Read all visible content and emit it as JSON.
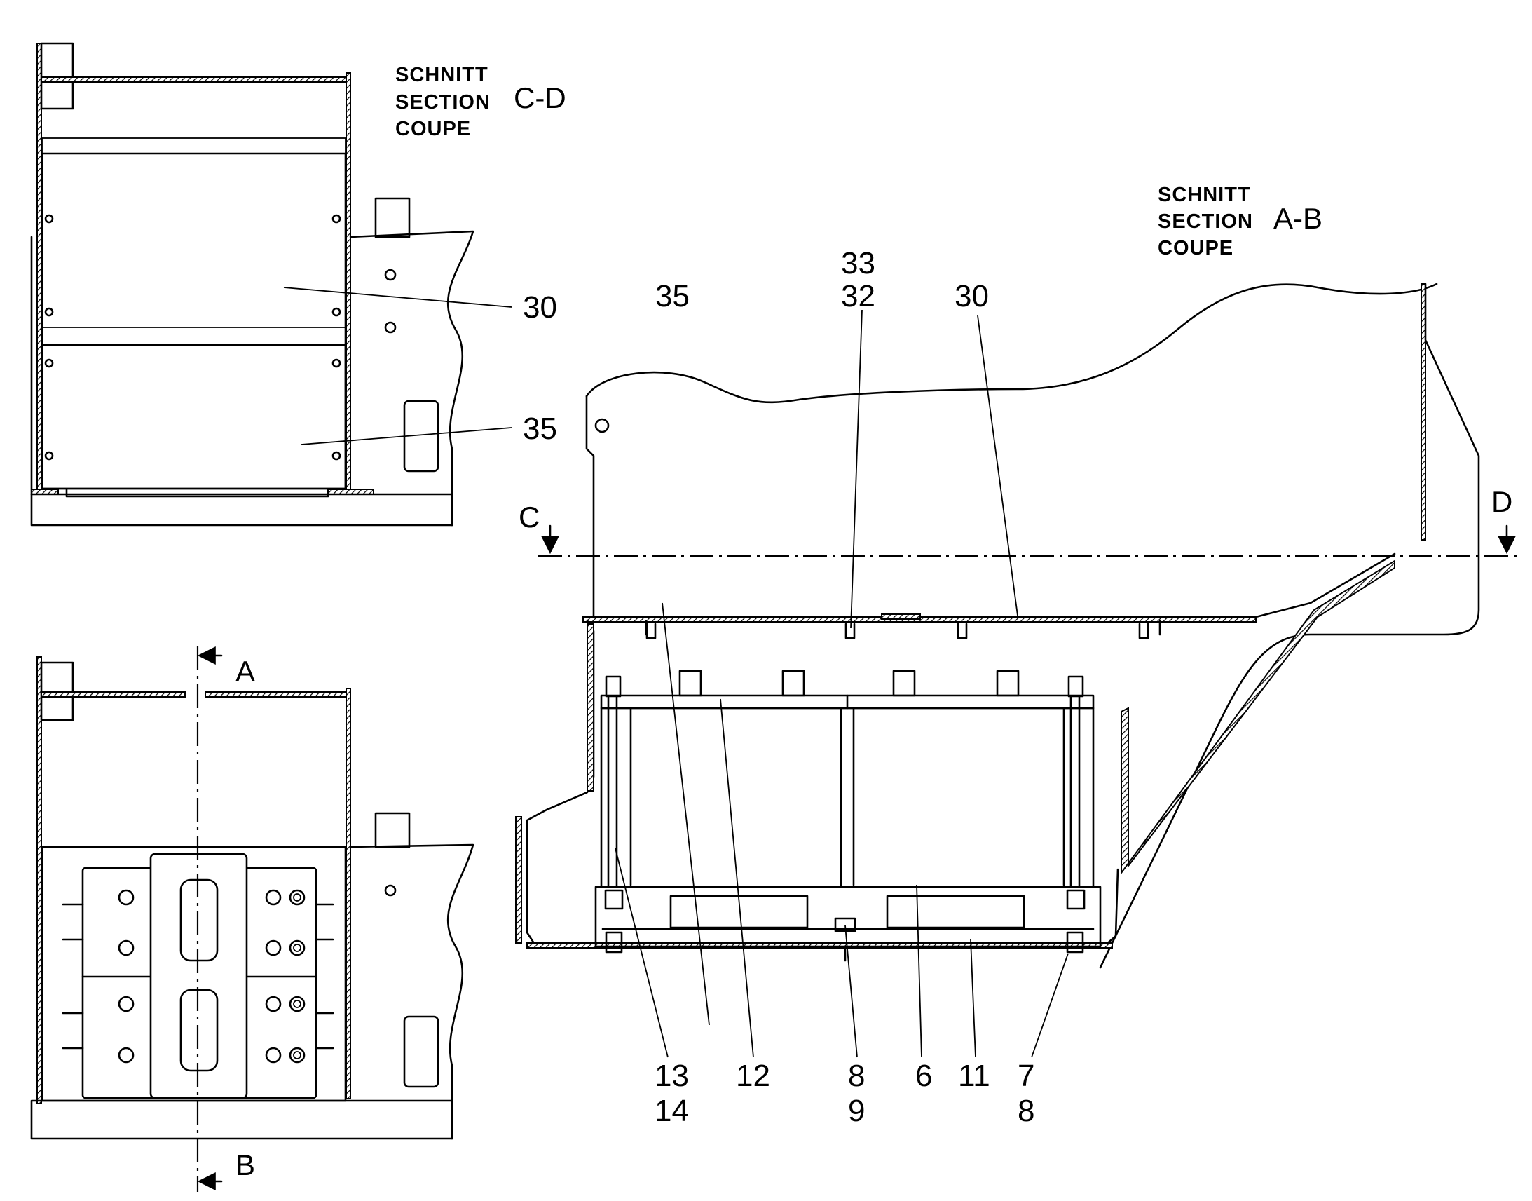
{
  "section_cd": {
    "title_lines": [
      "SCHNITT",
      "SECTION",
      "COUPE"
    ],
    "section_id": "C-D",
    "callouts": [
      "30",
      "35"
    ]
  },
  "section_ab": {
    "title_lines": [
      "SCHNITT",
      "SECTION",
      "COUPE"
    ],
    "section_id": "A-B",
    "top_callouts": [
      "35",
      "33",
      "32",
      "30"
    ],
    "bottom_callouts": [
      {
        "line1": "13",
        "line2": "14"
      },
      {
        "line1": "12",
        "line2": ""
      },
      {
        "line1": "8",
        "line2": "9"
      },
      {
        "line1": "6",
        "line2": ""
      },
      {
        "line1": "11",
        "line2": ""
      },
      {
        "line1": "7",
        "line2": "8"
      }
    ]
  },
  "cut_markers": {
    "c": "C",
    "d": "D",
    "a": "A",
    "b": "B"
  }
}
